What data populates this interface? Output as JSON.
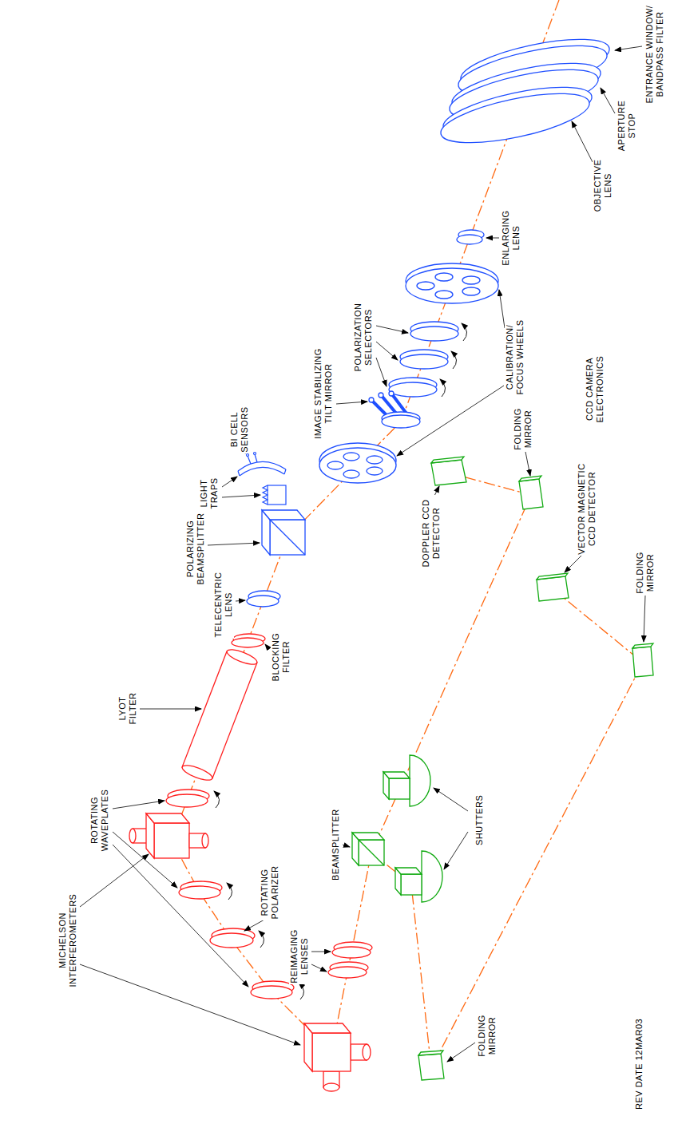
{
  "diagram": {
    "labels": [
      "ENTRANCE WINDOW/ BANDPASS FILTER",
      "APERTURE STOP",
      "OBJECTIVE LENS",
      "ENLARGING LENS",
      "POLARIZATION SELECTORS",
      "CALIBRATION/ FOCUS WHEELS",
      "IMAGE STABILIZING TILT MIRROR",
      "LIGHT TRAPS",
      "BI CELL SENSORS",
      "POLARIZING BEAMSPLITTER",
      "TELECENTRIC LENS",
      "BLOCKING FILTER",
      "LYOT FILTER",
      "ROTATING WAVEPLATES",
      "MICHELSON INTERFEROMETERS",
      "ROTATING POLARIZER",
      "REIMAGING LENSES",
      "BEAMSPLITTER",
      "SHUTTERS",
      "FOLDING MIRROR",
      "FOLDING MIRROR",
      "VECTOR MAGNETIC CCD DETECTOR",
      "DOPPLER CCD DETECTOR",
      "FOLDING MIRROR",
      "CCD CAMERA ELECTRONICS",
      "REV DATE 12MAR03"
    ]
  }
}
